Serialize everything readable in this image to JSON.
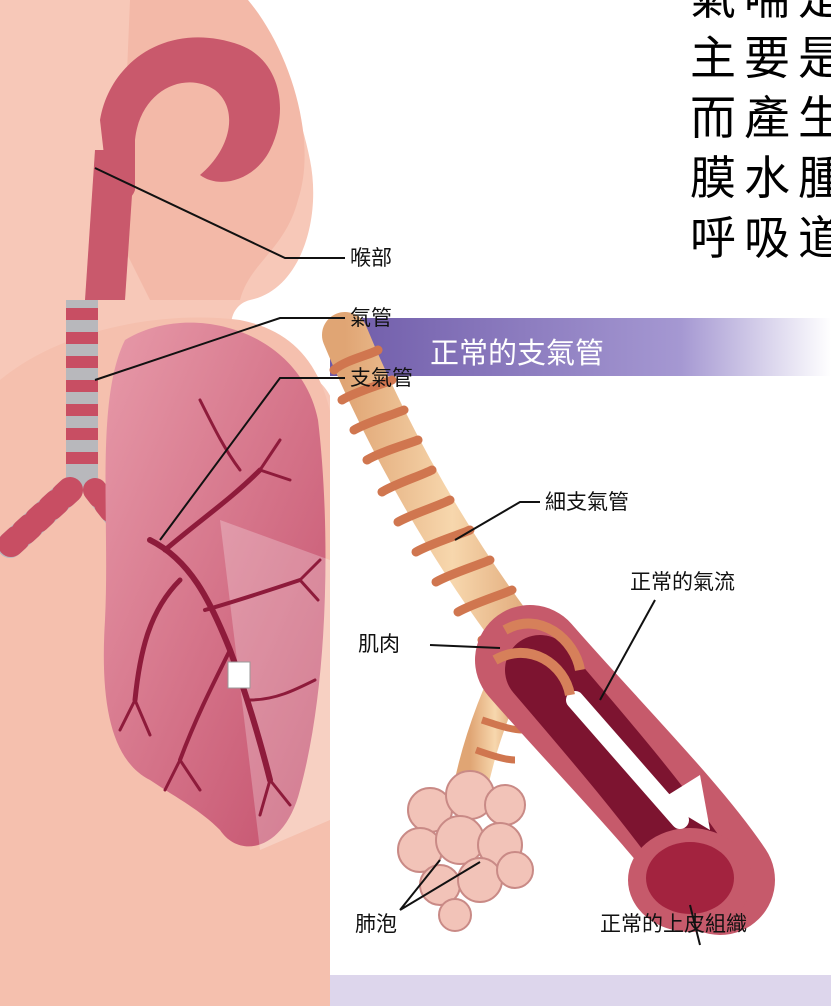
{
  "heading_lines": [
    "氣喘是",
    "主要是",
    "而產生",
    "膜水腫",
    "呼吸道"
  ],
  "inset_title": "正常的支氣管",
  "labels": {
    "pharynx": "喉部",
    "trachea": "氣管",
    "bronchus": "支氣管",
    "bronchiole": "細支氣管",
    "muscle": "肌肉",
    "normal_airflow": "正常的氣流",
    "alveoli": "肺泡",
    "epithelium": "正常的上皮組織"
  },
  "colors": {
    "skin": "#f6c3b5",
    "skin_shadow": "#eba597",
    "airway": "#c4566a",
    "lung": "#cf6c82",
    "lung_dark": "#a63150",
    "vessel": "#8e1b3b",
    "inset_header": "#7e6bb8",
    "muscle_band": "#d6805a",
    "bronchi_tube": "#eebb88"
  }
}
